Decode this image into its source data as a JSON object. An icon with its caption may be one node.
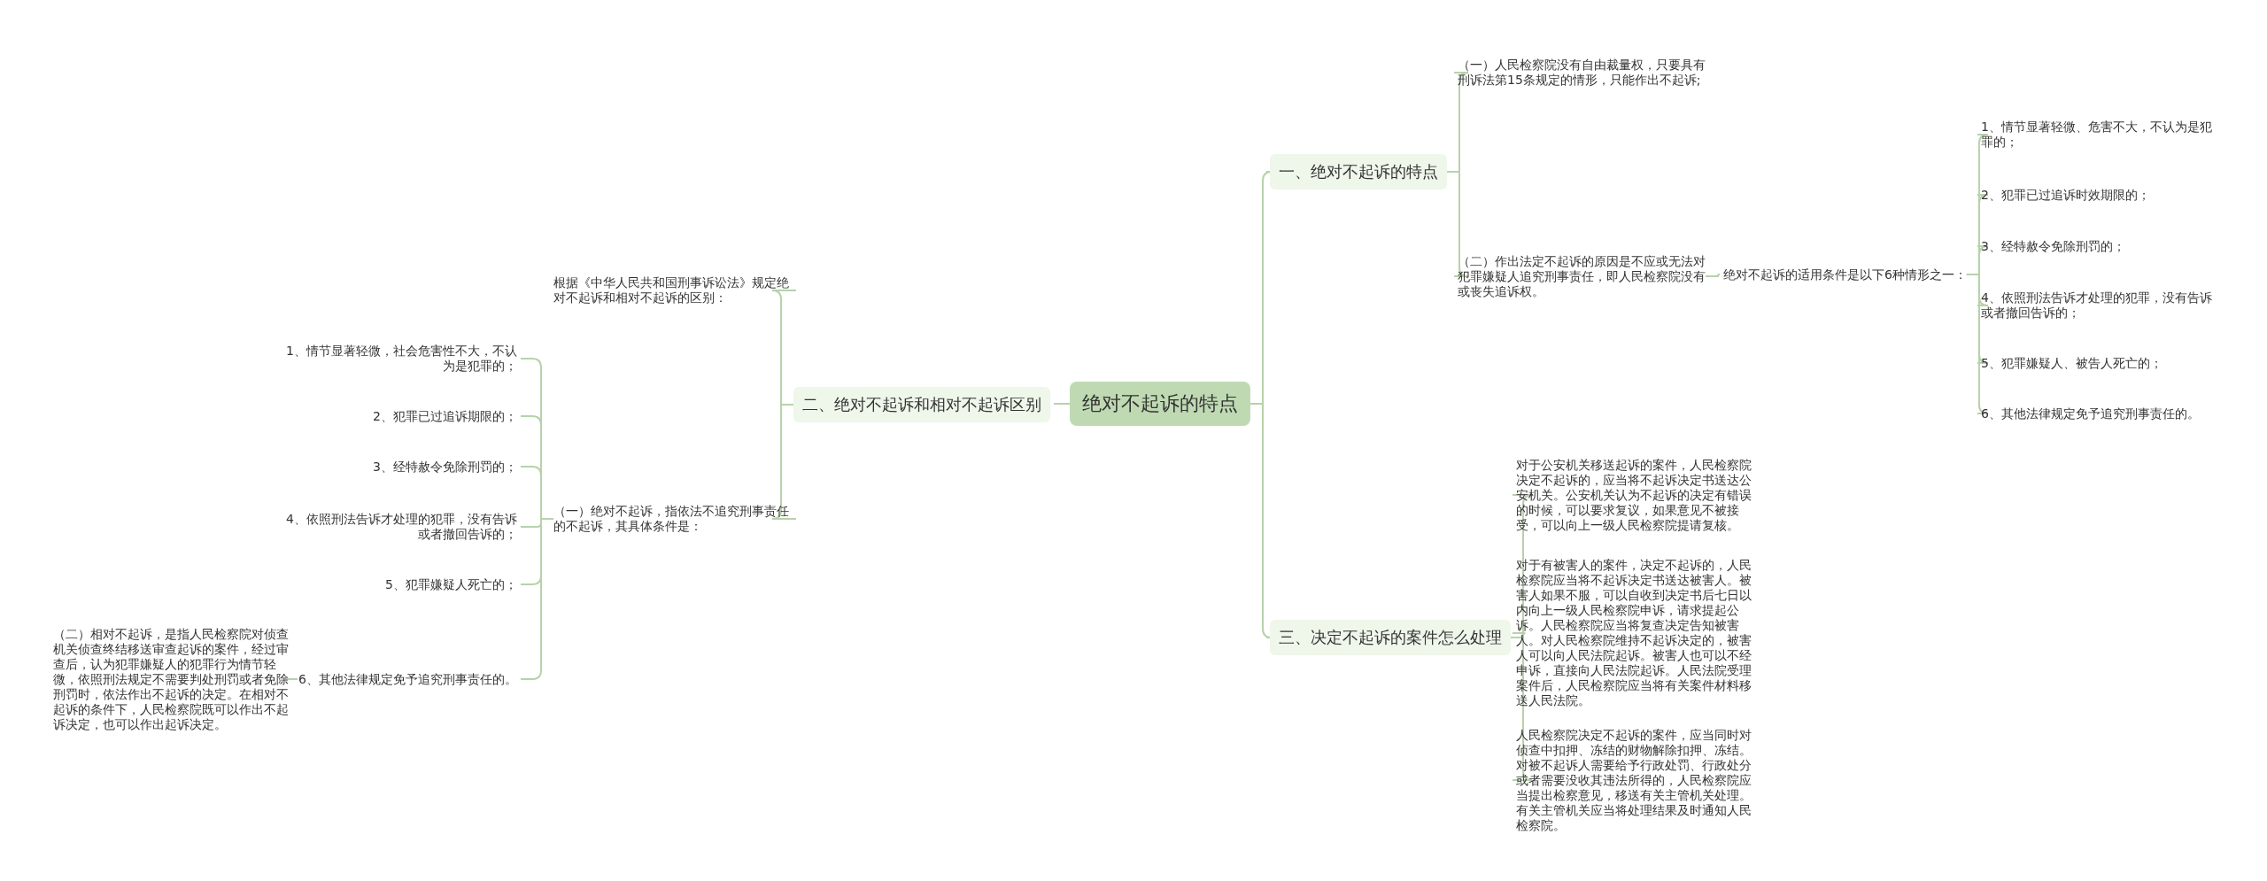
{
  "diagram": {
    "nodes": [
      {
        "text": [
          "绝对不起诉的特点"
        ]
      },
      {
        "text": [
          "一、绝对不起诉的特点"
        ]
      },
      {
        "text": [
          "（一）人民检察院没有自由裁量权，只要具有刑诉法第15条规定的情形，只能作出不起诉;"
        ]
      },
      {
        "text": [
          "（二）作出法定不起诉的原因是不应或无法对犯罪嫌疑人追究刑事责任，即人民检察院没有或丧失追诉权。"
        ]
      },
      {
        "text": [
          "绝对不起诉的适用条件是以下6种情形之一："
        ]
      },
      {
        "text": [
          "1、情节显著轻微、危害不大，不认为是犯罪的；"
        ]
      },
      {
        "text": [
          "2、犯罪已过追诉时效期限的；"
        ]
      },
      {
        "text": [
          "3、经特赦令免除刑罚的；"
        ]
      },
      {
        "text": [
          "4、依照刑法告诉才处理的犯罪，没有告诉或者撤回告诉的；"
        ]
      },
      {
        "text": [
          "5、犯罪嫌疑人、被告人死亡的；"
        ]
      },
      {
        "text": [
          "6、其他法律规定免予追究刑事责任的。"
        ]
      },
      {
        "text": [
          "三、决定不起诉的案件怎么处理"
        ]
      },
      {
        "text": [
          "对于公安机关移送起诉的案件，人民检察院决定不起诉的，应当将不起诉决定书送达公安机关。公安机关认为不起诉的决定有错误的时候，可以要求复议，如果意见不被接受，可以向上一级人民检察院提请复核。"
        ]
      },
      {
        "text": [
          "对于有被害人的案件，决定不起诉的，人民检察院应当将不起诉决定书送达被害人。被害人如果不服，可以自收到决定书后七日以内向上一级人民检察院申诉，请求提起公诉。人民检察院应当将复查决定告知被害人。对人民检察院维持不起诉决定的，被害人可以向人民法院起诉。被害人也可以不经申诉，直接向人民法院起诉。人民法院受理案件后，人民检察院应当将有关案件材料移送人民法院。"
        ]
      },
      {
        "text": [
          "人民检察院决定不起诉的案件，应当同时对侦查中扣押、冻结的财物解除扣押、冻结。对被不起诉人需要给予行政处罚、行政处分或者需要没收其违法所得的，人民检察院应当提出检察意见，移送有关主管机关处理。有关主管机关应当将处理结果及时通知人民检察院。"
        ]
      },
      {
        "text": [
          "二、绝对不起诉和相对不起诉区别"
        ]
      },
      {
        "text": [
          "根据《中华人民共和国刑事诉讼法》规定绝对不起诉和相对不起诉的区别："
        ]
      },
      {
        "text": [
          "（一）绝对不起诉，指依法不追究刑事责任的不起诉，其具体条件是："
        ]
      },
      {
        "text": [
          "1、情节显著轻微，社会危害性不大，不认为是犯罪的；"
        ]
      },
      {
        "text": [
          "2、犯罪已过追诉期限的；"
        ]
      },
      {
        "text": [
          "3、经特赦令免除刑罚的；"
        ]
      },
      {
        "text": [
          "4、依照刑法告诉才处理的犯罪，没有告诉或者撤回告诉的；"
        ]
      },
      {
        "text": [
          "5、犯罪嫌疑人死亡的；"
        ]
      },
      {
        "text": [
          "6、其他法律规定免予追究刑事责任的。"
        ]
      },
      {
        "text": [
          "（二）相对不起诉，是指人民检察院对侦查机关侦查终结移送审查起诉的案件，经过审查后，认为犯罪嫌疑人的犯罪行为情节轻微，依照刑法规定不需要判处刑罚或者免除刑罚时，依法作出不起诉的决定。在相对不起诉的条件下，人民检察院既可以作出不起诉决定，也可以作出起诉决定。"
        ]
      }
    ],
    "edges": [
      {
        "from": 0,
        "to": 1,
        "arrow": "none"
      },
      {
        "from": 1,
        "to": 2,
        "arrow": "none"
      },
      {
        "from": 1,
        "to": 3,
        "arrow": "none"
      },
      {
        "from": 3,
        "to": 4,
        "arrow": "none"
      },
      {
        "from": 4,
        "to": 5,
        "arrow": "none"
      },
      {
        "from": 4,
        "to": 6,
        "arrow": "none"
      },
      {
        "from": 4,
        "to": 7,
        "arrow": "none"
      },
      {
        "from": 4,
        "to": 8,
        "arrow": "none"
      },
      {
        "from": 4,
        "to": 9,
        "arrow": "none"
      },
      {
        "from": 4,
        "to": 10,
        "arrow": "none"
      },
      {
        "from": 0,
        "to": 11,
        "arrow": "none"
      },
      {
        "from": 11,
        "to": 12,
        "arrow": "none"
      },
      {
        "from": 11,
        "to": 13,
        "arrow": "none"
      },
      {
        "from": 11,
        "to": 14,
        "arrow": "none"
      },
      {
        "from": 0,
        "to": 15,
        "arrow": "none"
      },
      {
        "from": 15,
        "to": 16,
        "arrow": "none"
      },
      {
        "from": 15,
        "to": 17,
        "arrow": "none"
      },
      {
        "from": 17,
        "to": 18,
        "arrow": "none"
      },
      {
        "from": 17,
        "to": 19,
        "arrow": "none"
      },
      {
        "from": 17,
        "to": 20,
        "arrow": "none"
      },
      {
        "from": 17,
        "to": 21,
        "arrow": "none"
      },
      {
        "from": 17,
        "to": 22,
        "arrow": "none"
      },
      {
        "from": 17,
        "to": 23,
        "arrow": "none"
      },
      {
        "from": 23,
        "to": 24,
        "arrow": "none"
      }
    ]
  }
}
